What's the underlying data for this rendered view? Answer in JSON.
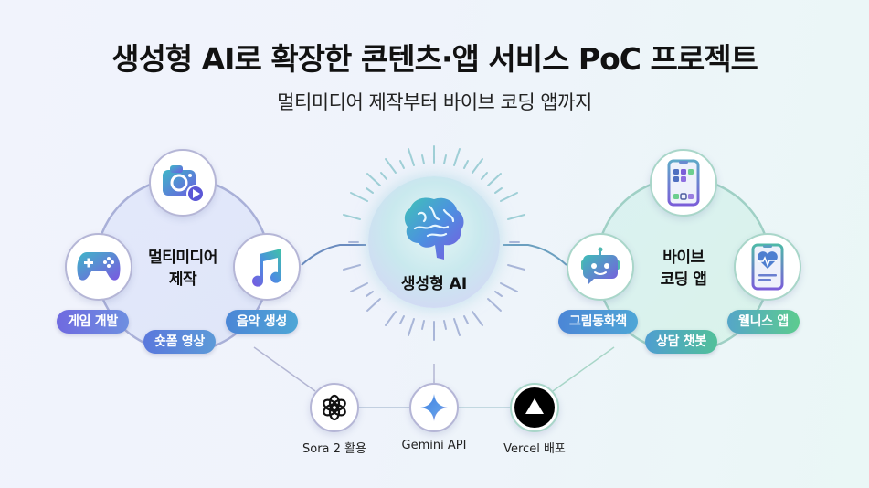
{
  "header": {
    "title": "생성형 AI로 확장한 콘텐츠·앱 서비스 PoC 프로젝트",
    "subtitle": "멀티미디어 제작부터 바이브 코딩 앱까지"
  },
  "center": {
    "label": "생성형 AI",
    "icon": "brain-icon"
  },
  "clusters": {
    "multimedia": {
      "label_line1": "멀티미디어",
      "label_line2": "제작",
      "icons": [
        "camera-video-icon",
        "gamepad-icon",
        "music-note-icon"
      ],
      "tags": [
        "게임 개발",
        "숏폼 영상",
        "음악 생성"
      ]
    },
    "vibe_coding": {
      "label_line1": "바이브",
      "label_line2": "코딩 앱",
      "icons": [
        "smartphone-apps-icon",
        "chatbot-icon",
        "health-phone-icon"
      ],
      "tags": [
        "그림동화책",
        "상담 챗봇",
        "웰니스 앱"
      ]
    }
  },
  "tools": [
    {
      "label": "Sora 2 활용",
      "icon": "openai-icon"
    },
    {
      "label": "Gemini API",
      "icon": "gemini-sparkle-icon"
    },
    {
      "label": "Vercel 배포",
      "icon": "vercel-triangle-icon"
    }
  ],
  "colors": {
    "violet": "#6f6ae0",
    "blue": "#5a8fe0",
    "teal": "#4fa6d6",
    "green": "#5ccb8f",
    "text": "#111111"
  }
}
